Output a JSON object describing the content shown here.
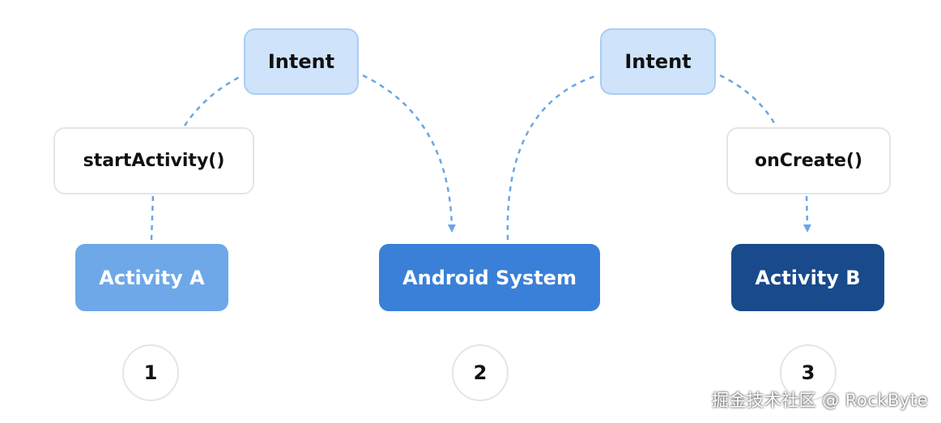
{
  "nodes": {
    "intent_left": "Intent",
    "intent_right": "Intent",
    "start_activity": "startActivity()",
    "on_create": "onCreate()",
    "activity_a": "Activity A",
    "android_system": "Android System",
    "activity_b": "Activity B"
  },
  "steps": [
    "1",
    "2",
    "3"
  ],
  "colors": {
    "activity_a": "#6ea8e8",
    "android_system": "#3a80d8",
    "activity_b": "#184a8c",
    "intent_fill": "#cfe3fb",
    "connector": "#6aa6e4"
  },
  "watermark": "掘金技术社区 @ RockByte"
}
